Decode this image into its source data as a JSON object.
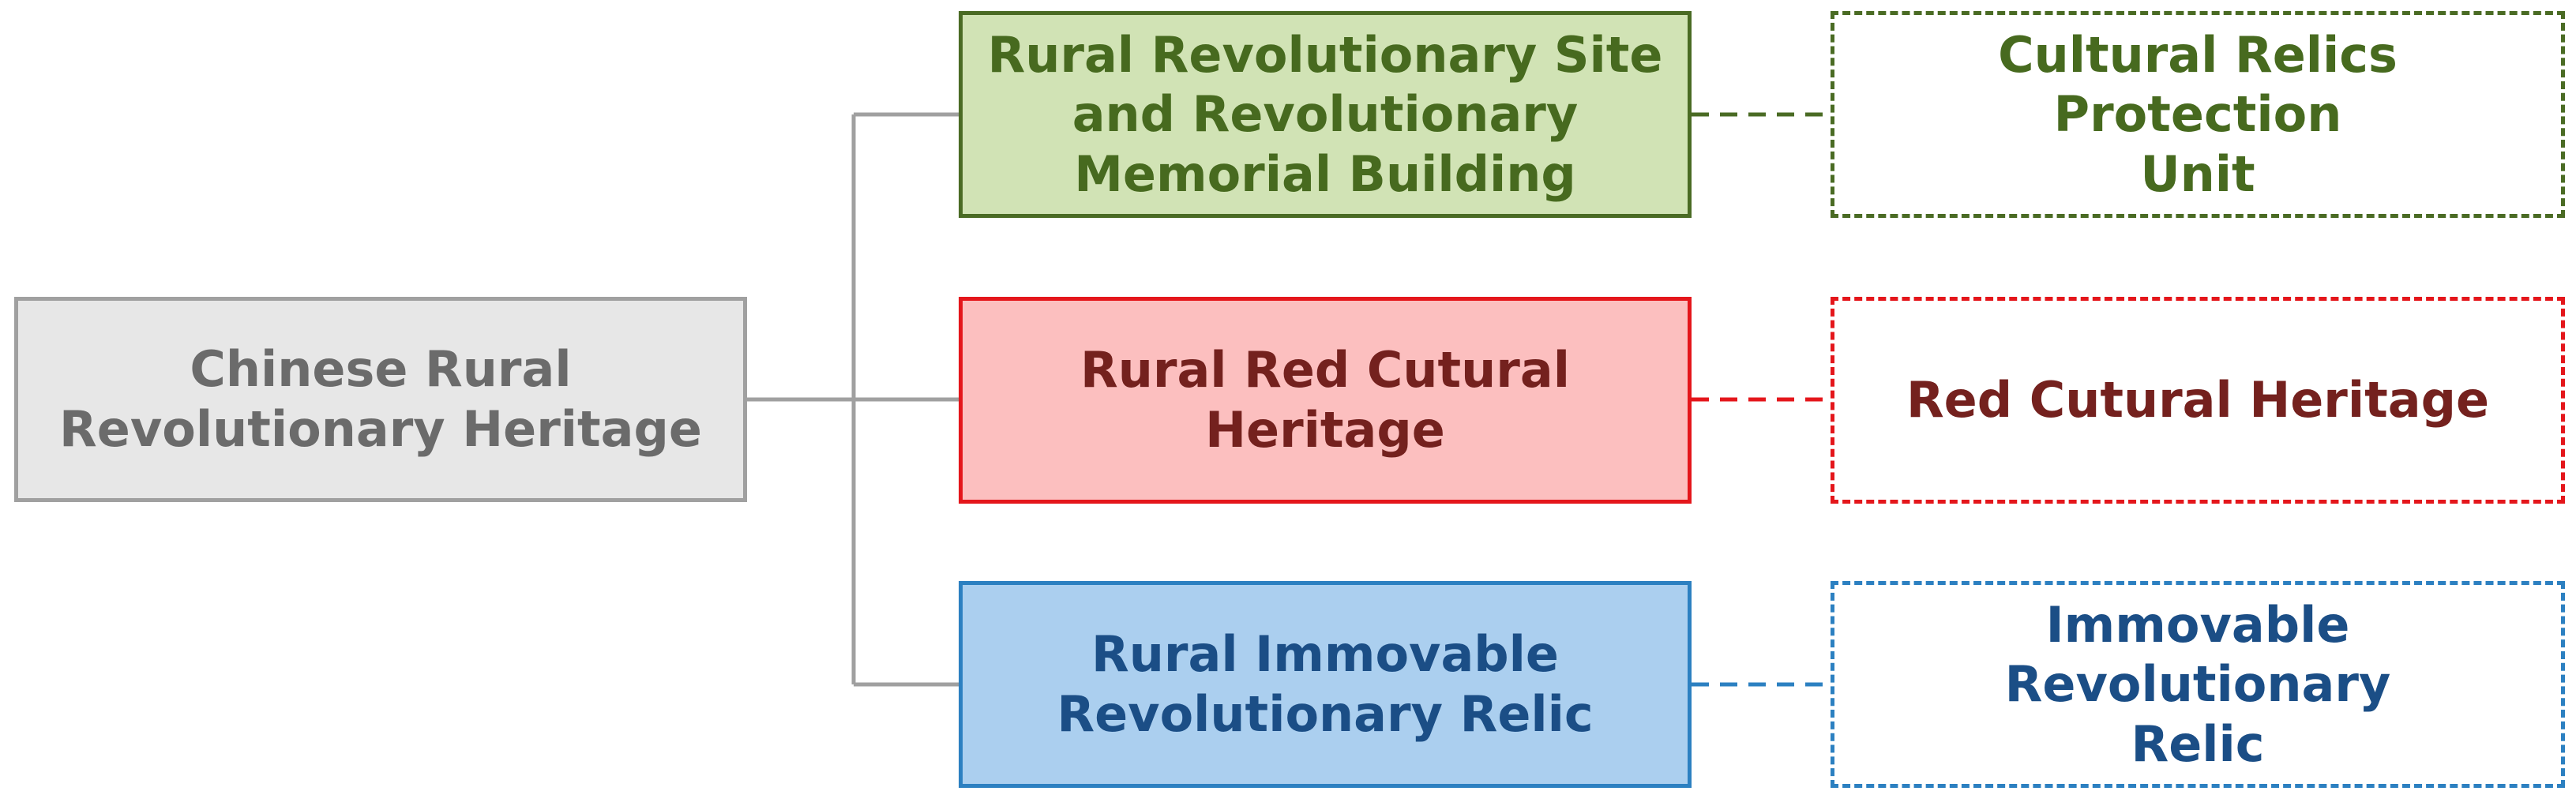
{
  "root": {
    "label_line1": "Chinese Rural",
    "label_line2": "Revolutionary Heritage"
  },
  "categories": [
    {
      "id": "green",
      "color": "#476a1f",
      "label_lines": [
        "Rural Revolutionary Site",
        "and Revolutionary",
        "Memorial Building"
      ],
      "mapped_lines": [
        "Cultural Relics Protection",
        "Unit"
      ]
    },
    {
      "id": "red",
      "color": "#74211e",
      "label_lines": [
        "Rural Red Cutural Heritage"
      ],
      "mapped_lines": [
        "Red Cutural Heritage"
      ]
    },
    {
      "id": "blue",
      "color": "#1b4e86",
      "label_lines": [
        "Rural Immovable",
        "Revolutionary Relic"
      ],
      "mapped_lines": [
        "Immovable Revolutionary",
        "Relic"
      ]
    }
  ]
}
